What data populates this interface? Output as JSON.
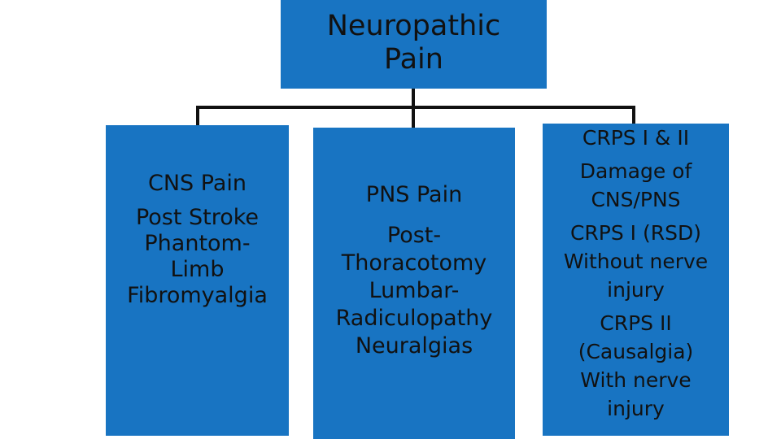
{
  "root": {
    "lines": [
      "Neuropathic",
      "Pain"
    ]
  },
  "branches": [
    {
      "heading": "CNS Pain",
      "items": [
        "Post Stroke",
        "Phantom-",
        "Limb",
        "Fibromyalgia"
      ]
    },
    {
      "heading": "PNS Pain",
      "items": [
        "Post-",
        "Thoracotomy",
        "Lumbar-",
        "Radiculopathy",
        "Neuralgias"
      ]
    },
    {
      "heading": "CRPS I & II",
      "items": [
        "Damage of",
        "CNS/PNS",
        "CRPS I (RSD)",
        "Without nerve",
        "injury",
        "CRPS II",
        "(Causalgia)",
        "With nerve",
        "injury"
      ]
    }
  ],
  "colors": {
    "box_fill": "#1874C2",
    "text": "#111111",
    "connector": "#111111",
    "background": "#ffffff"
  }
}
